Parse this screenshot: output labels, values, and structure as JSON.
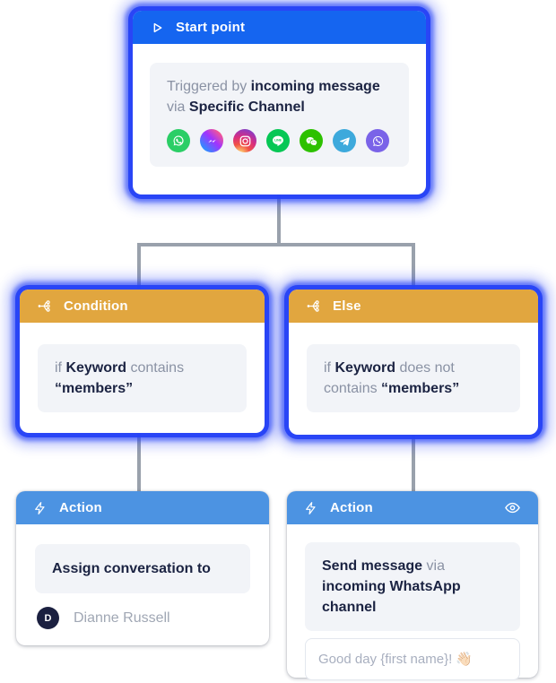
{
  "colors": {
    "start_header": "#1565F0",
    "branch_header": "#E1A63F",
    "action_header": "#4C93E2",
    "connector": "#99A1AC",
    "selection_glow": "#2642F6",
    "summary_bg": "#F2F4F8",
    "text_muted": "#8A92A4",
    "text_dark": "#1B2342",
    "text_name": "#A0A7B4",
    "text_placeholder": "#A8AFBF",
    "input_border": "#E3E7EE",
    "avatar_bg": "#1B2040",
    "whatsapp": "#2BCE66",
    "line": "#06C755",
    "wechat": "#2DC100",
    "telegram": "#3DA9DC",
    "viber": "#7A63E8"
  },
  "nodes": {
    "start": {
      "title": "Start point",
      "text": [
        "Triggered by ",
        "incoming message",
        " via ",
        "Specific Channel"
      ],
      "channels": [
        "WhatsApp",
        "Messenger",
        "Instagram",
        "LINE",
        "WeChat",
        "Telegram",
        "Viber"
      ]
    },
    "condition": {
      "title": "Condition",
      "text": [
        "if ",
        "Keyword",
        " contains ",
        "“members”"
      ]
    },
    "else": {
      "title": "Else",
      "text": [
        "if ",
        "Keyword",
        " does not contains ",
        "“members”"
      ]
    },
    "action_assign": {
      "title": "Action",
      "text": [
        "Assign conversation to"
      ],
      "assignee": {
        "initial": "D",
        "name": "Dianne Russell"
      }
    },
    "action_send": {
      "title": "Action",
      "text": [
        "Send message",
        " via ",
        "incoming WhatsApp channel"
      ],
      "message_placeholder": "Good day {first name}! 👋🏻"
    }
  }
}
